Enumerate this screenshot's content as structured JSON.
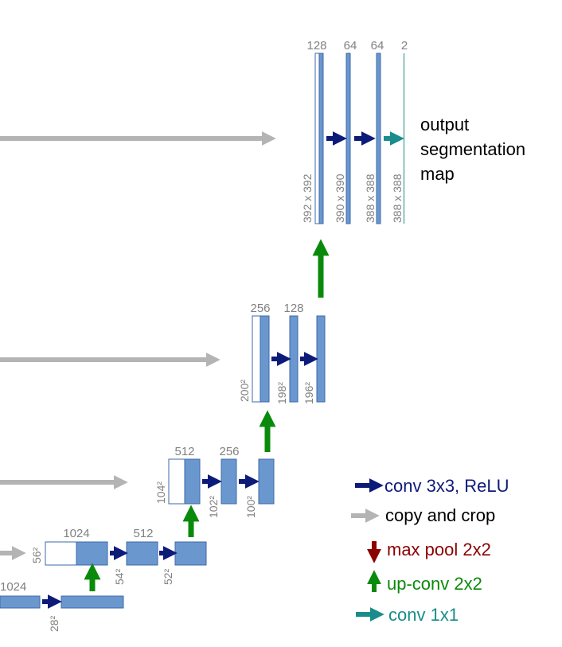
{
  "colors": {
    "blue_fill": "#6b97cf",
    "blue_stroke": "#3c6aa8",
    "conv_arrow": "#0d1b78",
    "copy_arrow": "#b4b4b4",
    "pool_arrow": "#8b0000",
    "upconv_arrow": "#0a8a0a",
    "conv1x1_arrow": "#1a8c8c",
    "label_gray": "#808080"
  },
  "level1": {
    "ch_128": "128",
    "ch_64a": "64",
    "ch_64b": "64",
    "ch_2": "2",
    "dim_392": "392 x 392",
    "dim_390": "390 x 390",
    "dim_388a": "388 x 388",
    "dim_388b": "388 x 388",
    "output_line1": "output",
    "output_line2": "segmentation",
    "output_line3": "map"
  },
  "level2": {
    "ch_256": "256",
    "ch_128": "128",
    "dim_200": "200²",
    "dim_198": "198²",
    "dim_196": "196²"
  },
  "level3": {
    "ch_512": "512",
    "ch_256": "256",
    "dim_104": "104²",
    "dim_102": "102²",
    "dim_100": "100²"
  },
  "level4": {
    "ch_1024": "1024",
    "ch_512": "512",
    "dim_56": "56²",
    "dim_54": "54²",
    "dim_52": "52²"
  },
  "level5": {
    "ch_1024": "1024",
    "dim_28": "28²"
  },
  "legend": {
    "conv": "conv 3x3, ReLU",
    "copy": "copy and crop",
    "pool": "max pool 2x2",
    "upconv": "up-conv 2x2",
    "conv1x1": "conv 1x1",
    "conv_icon": "arrow-right-icon",
    "copy_icon": "arrow-right-icon",
    "pool_icon": "arrow-down-icon",
    "upconv_icon": "arrow-up-icon",
    "conv1x1_icon": "arrow-right-icon"
  }
}
